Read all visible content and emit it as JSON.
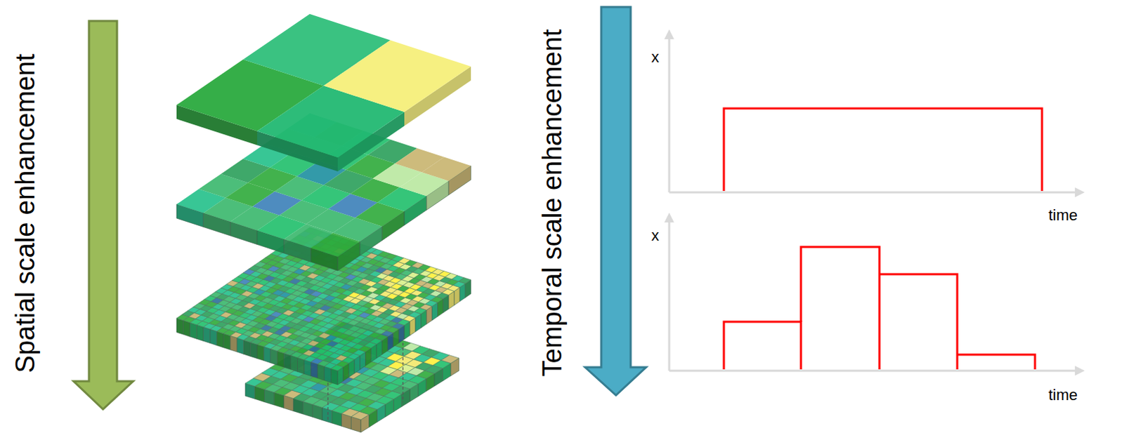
{
  "diagram": {
    "labels": [
      "Spatial scale enhancement",
      "Temporal scale enhancement",
      "x",
      "time",
      "x",
      "time"
    ]
  }
}
